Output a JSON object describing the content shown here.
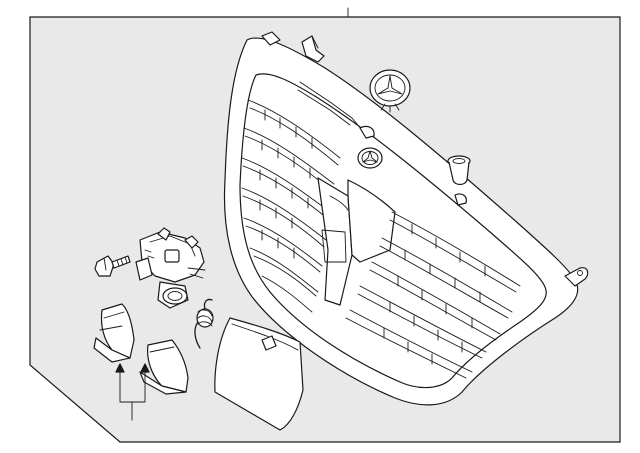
{
  "diagram": {
    "kind": "exploded-parts-illustration",
    "colors": {
      "panel": "#e9e9e9",
      "line": "#1a1a1a",
      "part_fill": "#ffffff"
    },
    "parts": [
      "grille-assembly",
      "upper-clip",
      "emblem-star",
      "grille-emblem",
      "bushing-sleeve",
      "mounting-bolt",
      "camera-sensor-assembly",
      "spring-clip",
      "left-cover-cap",
      "right-cover-cap",
      "tow-hook-cover"
    ]
  }
}
